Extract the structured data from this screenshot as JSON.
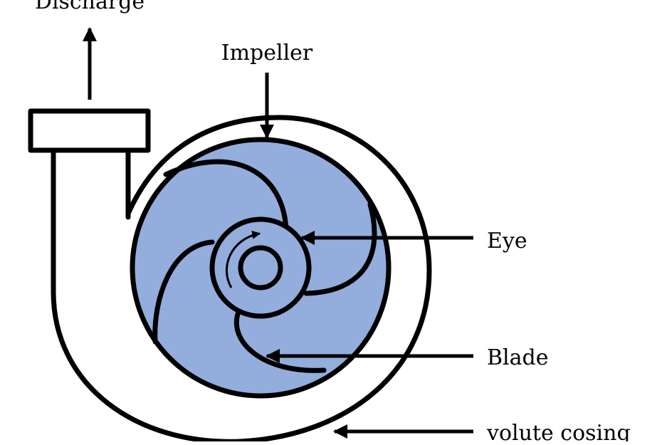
{
  "labels": {
    "discharge": "Discharge",
    "impeller": "Impeller",
    "eye": "Eye",
    "blade": "Blade",
    "volute_casing": "volute cosing"
  },
  "colors": {
    "impeller_fill": "#93ADDC",
    "outline": "#000000",
    "background": "#FFFFFF"
  }
}
